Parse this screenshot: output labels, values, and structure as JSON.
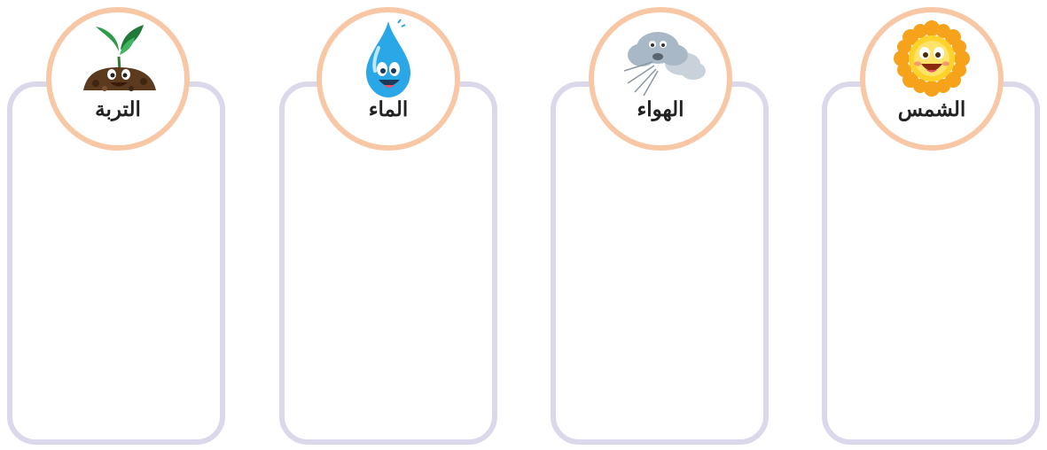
{
  "cards": [
    {
      "label": "التربة",
      "icon": "soil-sprout-icon",
      "color": "#5b3a1e"
    },
    {
      "label": "الماء",
      "icon": "water-drop-icon",
      "color": "#2aa7e6"
    },
    {
      "label": "الهواء",
      "icon": "wind-cloud-icon",
      "color": "#aab8c6"
    },
    {
      "label": "الشمس",
      "icon": "sun-icon",
      "color": "#f7a21b"
    }
  ],
  "colors": {
    "card_border": "#dcd8ec",
    "badge_border": "#f8c8a6"
  }
}
